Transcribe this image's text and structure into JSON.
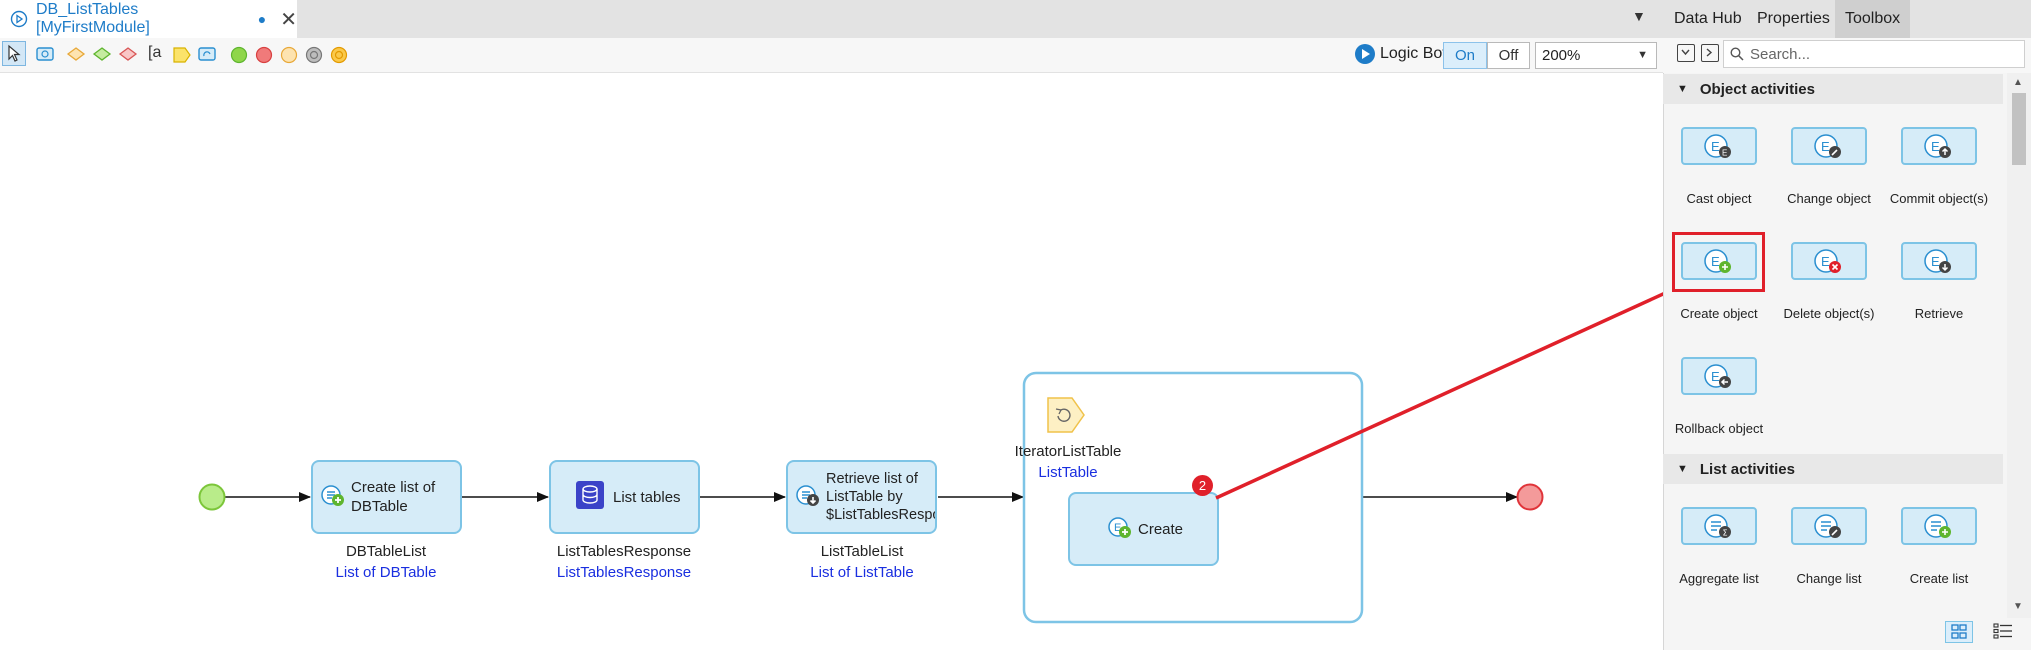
{
  "document_tab": {
    "title": "DB_ListTables [MyFirstModule]",
    "modified_marker": "●",
    "close_label": "✕"
  },
  "right_tabs": [
    {
      "label": "Data Hub"
    },
    {
      "label": "Properties"
    },
    {
      "label": "Toolbox",
      "active": true
    }
  ],
  "toolbar": {
    "logic_bot_label": "Logic Bot",
    "toggle_on": "On",
    "toggle_off": "Off",
    "zoom": "200%"
  },
  "search": {
    "placeholder": "Search..."
  },
  "flow": {
    "activities": [
      {
        "label": "Create list of DBTable",
        "var_name": "DBTableList",
        "var_type": "List of DBTable"
      },
      {
        "label": "List tables",
        "var_name": "ListTablesResponse",
        "var_type": "ListTablesResponse"
      },
      {
        "label": "Retrieve list of ListTable by $ListTablesResponse/ListTable_L",
        "var_name": "ListTableList",
        "var_type": "List of ListTable"
      }
    ],
    "loop": {
      "iterator_name": "IteratorListTable",
      "iterator_type": "ListTable",
      "inner_activity": "Create",
      "error_badge": "2"
    }
  },
  "toolbox": {
    "sections": [
      {
        "title": "Object activities",
        "items": [
          "Cast object",
          "Change object",
          "Commit object(s)",
          "Create object",
          "Delete object(s)",
          "Retrieve",
          "Rollback object"
        ]
      },
      {
        "title": "List activities",
        "items": [
          "Aggregate list",
          "Change list",
          "Create list"
        ]
      }
    ],
    "highlighted_item": "Create object"
  },
  "colors": {
    "accent": "#1e7cc8",
    "activity_fill": "#d6ecf8",
    "activity_border": "#7dc4e6",
    "start_event": "#8fd64a",
    "end_event": "#f07a7a",
    "highlight": "#e0202a",
    "var_type_text": "#1a2fe0"
  }
}
